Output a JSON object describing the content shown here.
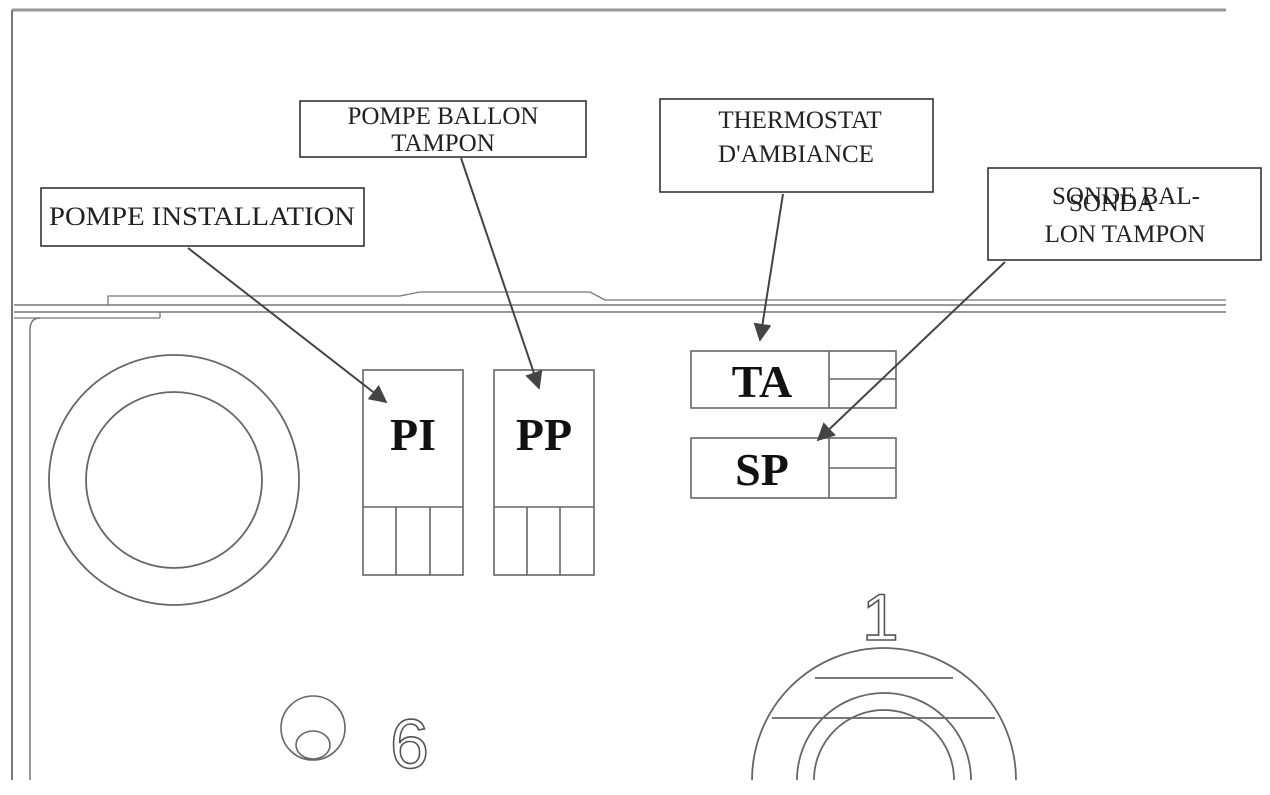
{
  "callouts": {
    "pompe_installation": "POMPE INSTALLATION",
    "pompe_ballon_line1": "POMPE BALLON",
    "pompe_ballon_line2": "TAMPON",
    "thermostat_line1": "THERMOSTAT",
    "thermostat_line2": "D'AMBIANCE",
    "sonde_overlap_a": "SONDE BAL-",
    "sonde_overlap_b": "SONDA",
    "sonde_line2": "LON TAMPON"
  },
  "connectors": {
    "pi": "PI",
    "pp": "PP",
    "ta": "TA",
    "sp": "SP"
  },
  "markings": {
    "one": "1",
    "six": "6"
  },
  "colors": {
    "line": "#555555",
    "arrow": "#444444",
    "text": "#222222"
  }
}
